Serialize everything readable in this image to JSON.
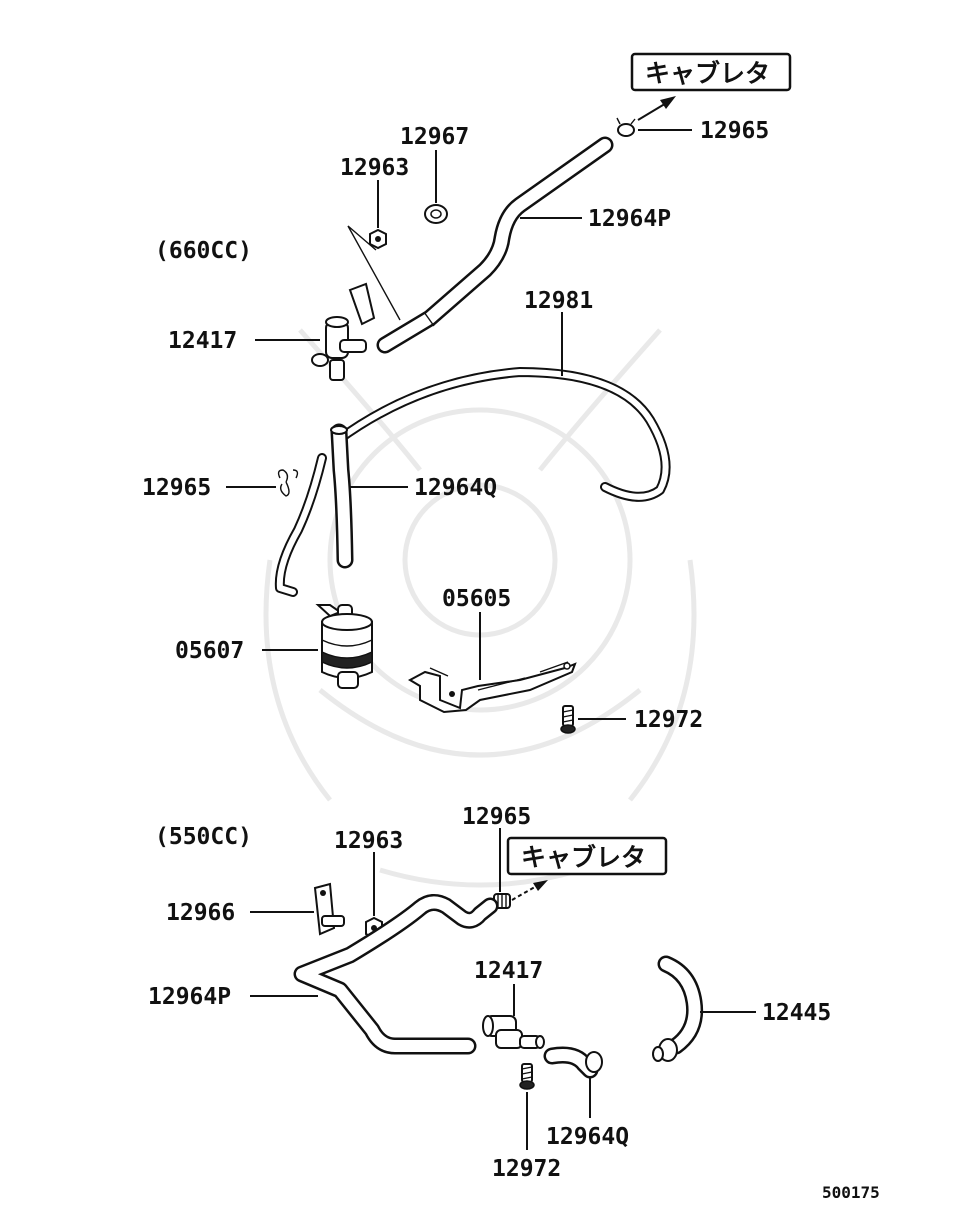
{
  "diagram": {
    "image_code": "500175",
    "sections": {
      "upper": "(660CC)",
      "lower": "(550CC)"
    },
    "callout_boxes": {
      "upper": "キャブレタ",
      "lower": "キャブレタ"
    },
    "labels": {
      "u_12965_top": "12965",
      "u_12967": "12967",
      "u_12963": "12963",
      "u_12964P": "12964P",
      "u_12417": "12417",
      "u_12981": "12981",
      "u_12965_left": "12965",
      "u_12964Q": "12964Q",
      "u_05605": "05605",
      "u_05607": "05607",
      "u_12972": "12972",
      "l_12965": "12965",
      "l_12963": "12963",
      "l_12966": "12966",
      "l_12964P": "12964P",
      "l_12417": "12417",
      "l_12445": "12445",
      "l_12964Q": "12964Q",
      "l_12972": "12972"
    }
  }
}
